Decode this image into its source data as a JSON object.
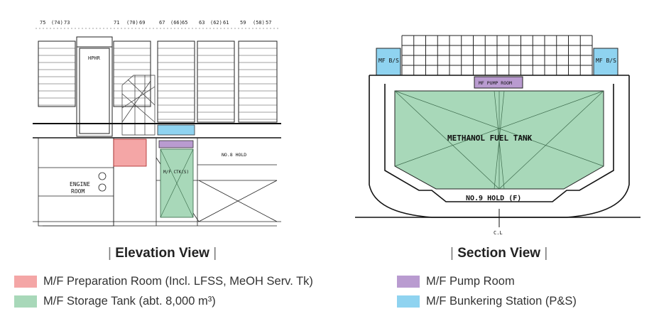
{
  "elevation_view": {
    "caption_title": "Elevation View",
    "frame_numbers": [
      "75",
      "(74)",
      "73",
      "71",
      "(70)",
      "69",
      "67",
      "(66)",
      "65",
      "63",
      "(62)",
      "61",
      "59",
      "(58)",
      "57"
    ],
    "labels": {
      "engine_room": "ENGINE",
      "engine_room_2": "ROOM",
      "hold": "NO.8 HOLD",
      "tank": "M/F CTK(S)"
    }
  },
  "section_view": {
    "caption_title": "Section View",
    "labels": {
      "bunkering_left": "MF B/S",
      "bunkering_right": "MF B/S",
      "pump_room": "MF PUMP ROOM",
      "fuel_tank": "METHANOL FUEL TANK",
      "hold": "NO.9 HOLD (F)",
      "centerline": "C.L"
    }
  },
  "separator": "|",
  "legend": [
    {
      "label": "M/F Preparation Room (Incl. LFSS, MeOH Serv. Tk)",
      "color": "#f4a6a6"
    },
    {
      "label": "M/F Storage Tank (abt. 8,000 m³)",
      "color": "#a8d8b9"
    },
    {
      "label": "M/F Pump Room",
      "color": "#b99bd0"
    },
    {
      "label": "M/F Bunkering Station (P&S)",
      "color": "#8fd3f0"
    }
  ],
  "colors": {
    "preparation": "#f4a6a6",
    "storage": "#a8d8b9",
    "pump": "#b99bd0",
    "bunkering": "#8fd3f0",
    "line": "#111111"
  }
}
